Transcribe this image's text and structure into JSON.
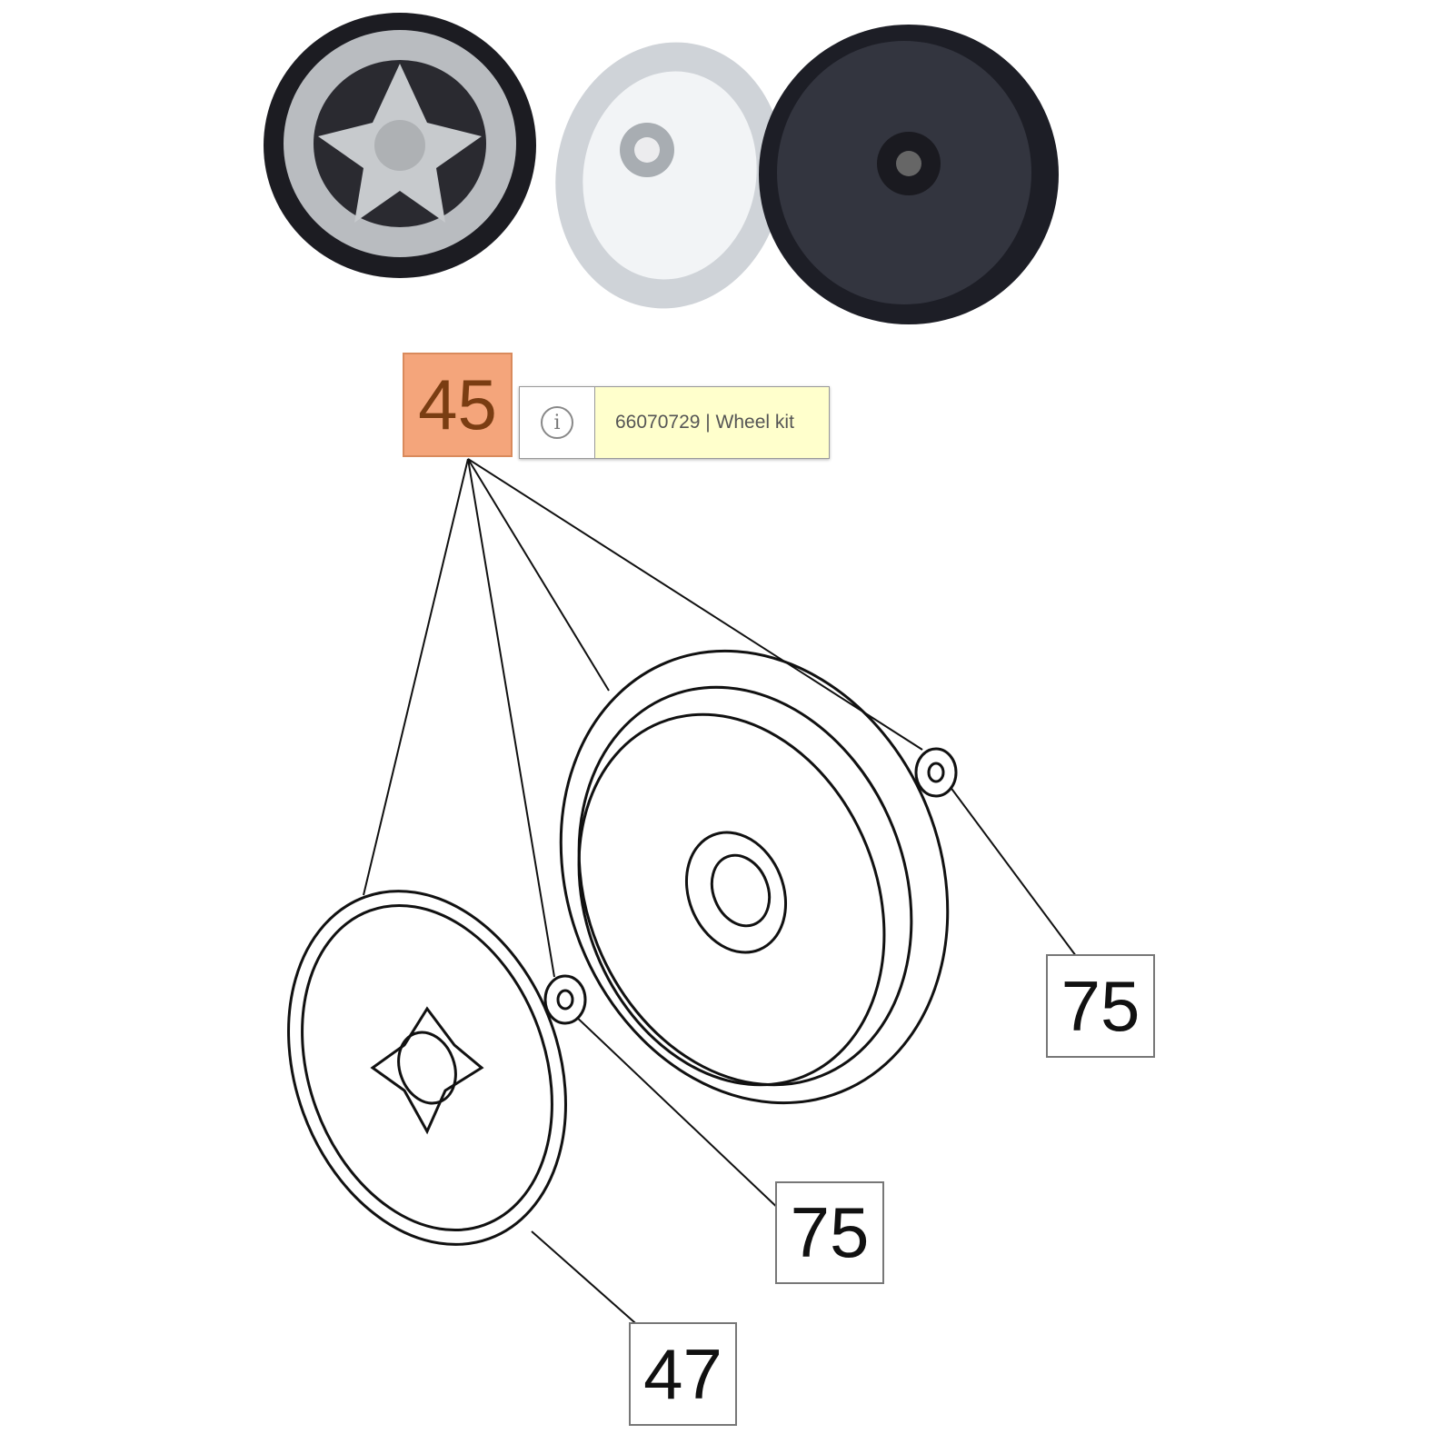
{
  "callouts": {
    "kit": "45",
    "bearing_right": "75",
    "bearing_left": "75",
    "hub_cover": "47"
  },
  "tooltip": {
    "icon": "info-icon",
    "text": "66070729 | Wheel kit"
  },
  "colors": {
    "highlight": "#f4a57b",
    "tooltip_bg": "#ffffcc"
  }
}
